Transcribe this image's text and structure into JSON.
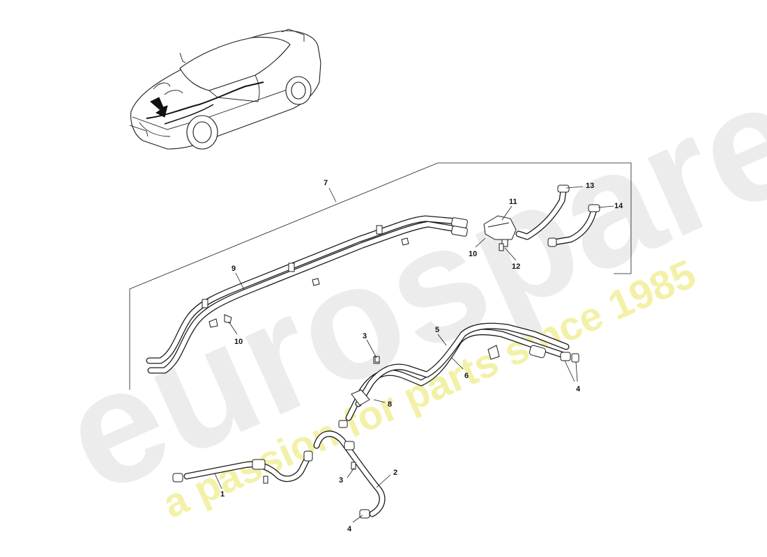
{
  "watermark": {
    "brand": "eurospares",
    "tagline": "a passion for parts since 1985"
  },
  "callouts": [
    {
      "id": "c1",
      "label": "1"
    },
    {
      "id": "c2",
      "label": "2"
    },
    {
      "id": "c3a",
      "label": "3"
    },
    {
      "id": "c3b",
      "label": "3"
    },
    {
      "id": "c4a",
      "label": "4"
    },
    {
      "id": "c4b",
      "label": "4"
    },
    {
      "id": "c5",
      "label": "5"
    },
    {
      "id": "c6",
      "label": "6"
    },
    {
      "id": "c7",
      "label": "7"
    },
    {
      "id": "c8",
      "label": "8"
    },
    {
      "id": "c9",
      "label": "9"
    },
    {
      "id": "c10a",
      "label": "10"
    },
    {
      "id": "c10b",
      "label": "10"
    },
    {
      "id": "c11",
      "label": "11"
    },
    {
      "id": "c12",
      "label": "12"
    },
    {
      "id": "c13",
      "label": "13"
    },
    {
      "id": "c14",
      "label": "14"
    }
  ]
}
